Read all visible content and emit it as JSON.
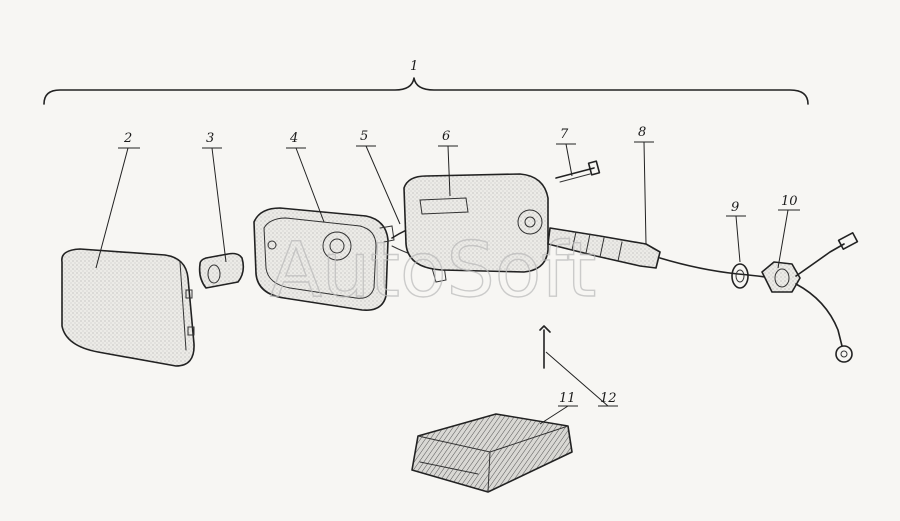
{
  "diagram": {
    "assembly_label": "1",
    "parts": [
      {
        "label": "2"
      },
      {
        "label": "3"
      },
      {
        "label": "4"
      },
      {
        "label": "5"
      },
      {
        "label": "6"
      },
      {
        "label": "7"
      },
      {
        "label": "8"
      },
      {
        "label": "9"
      },
      {
        "label": "10"
      },
      {
        "label": "11"
      },
      {
        "label": "12"
      }
    ],
    "watermark": "AutoSoft"
  }
}
